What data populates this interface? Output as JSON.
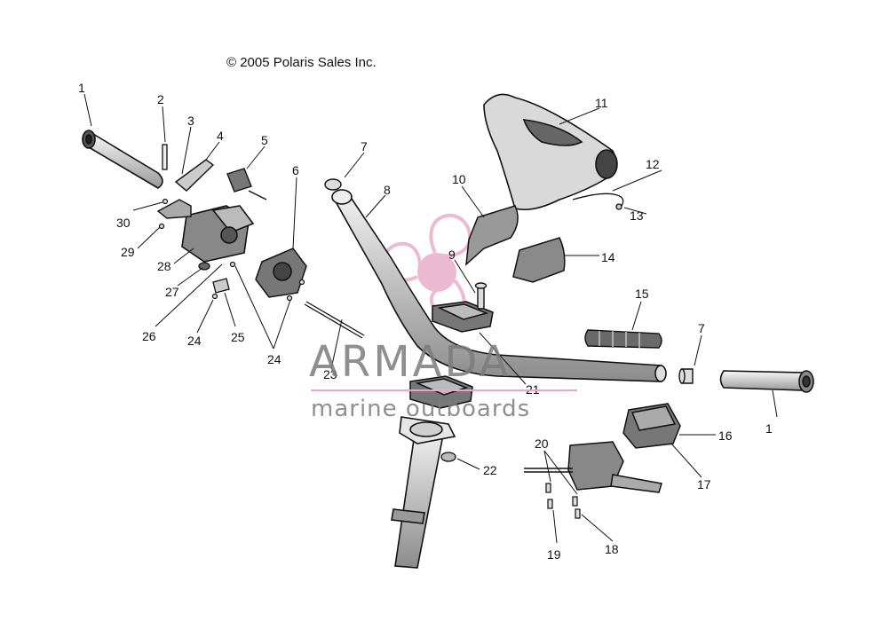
{
  "copyright": "© 2005 Polaris Sales Inc.",
  "watermark": {
    "brand": "ARMADA",
    "tagline": "marine outboards",
    "accent_color": "#e8a9c6",
    "text_color": "#7c7c7c"
  },
  "callouts": [
    {
      "id": "c1a",
      "label": "1"
    },
    {
      "id": "c1b",
      "label": "1"
    },
    {
      "id": "c2",
      "label": "2"
    },
    {
      "id": "c3",
      "label": "3"
    },
    {
      "id": "c4",
      "label": "4"
    },
    {
      "id": "c5",
      "label": "5"
    },
    {
      "id": "c6",
      "label": "6"
    },
    {
      "id": "c7a",
      "label": "7"
    },
    {
      "id": "c7b",
      "label": "7"
    },
    {
      "id": "c8",
      "label": "8"
    },
    {
      "id": "c9",
      "label": "9"
    },
    {
      "id": "c10",
      "label": "10"
    },
    {
      "id": "c11",
      "label": "11"
    },
    {
      "id": "c12",
      "label": "12"
    },
    {
      "id": "c13",
      "label": "13"
    },
    {
      "id": "c14",
      "label": "14"
    },
    {
      "id": "c15",
      "label": "15"
    },
    {
      "id": "c16",
      "label": "16"
    },
    {
      "id": "c17",
      "label": "17"
    },
    {
      "id": "c18",
      "label": "18"
    },
    {
      "id": "c19",
      "label": "19"
    },
    {
      "id": "c20",
      "label": "20"
    },
    {
      "id": "c21",
      "label": "21"
    },
    {
      "id": "c22",
      "label": "22"
    },
    {
      "id": "c23",
      "label": "23"
    },
    {
      "id": "c24a",
      "label": "24"
    },
    {
      "id": "c24b",
      "label": "24"
    },
    {
      "id": "c25",
      "label": "25"
    },
    {
      "id": "c26",
      "label": "26"
    },
    {
      "id": "c27",
      "label": "27"
    },
    {
      "id": "c28",
      "label": "28"
    },
    {
      "id": "c29",
      "label": "29"
    },
    {
      "id": "c30",
      "label": "30"
    }
  ]
}
